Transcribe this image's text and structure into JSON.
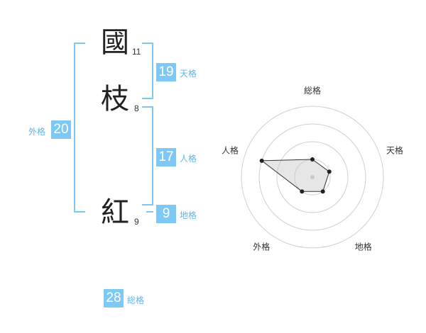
{
  "name": {
    "characters": [
      {
        "char": "國",
        "strokes": "11"
      },
      {
        "char": "枝",
        "strokes": "8"
      },
      {
        "char": "紅",
        "strokes": "9"
      }
    ]
  },
  "fortune": {
    "tenkaku": {
      "value": "19",
      "label": "天格"
    },
    "jinkaku": {
      "value": "17",
      "label": "人格"
    },
    "chikaku": {
      "value": "9",
      "label": "地格"
    },
    "gaikaku": {
      "value": "20",
      "label": "外格"
    },
    "soukaku": {
      "value": "28",
      "label": "総格"
    }
  },
  "chart_data": {
    "type": "radar",
    "axes": [
      "総格",
      "天格",
      "地格",
      "外格",
      "人格"
    ],
    "values": [
      1,
      1,
      1,
      1,
      3
    ],
    "rmax": 4,
    "grid_rings": 4
  },
  "colors": {
    "accent": "#7ec8f5",
    "accent_text": "#5fb6ea"
  }
}
